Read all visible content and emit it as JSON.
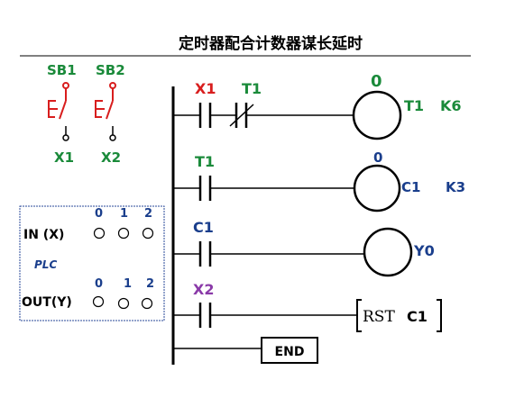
{
  "title": "定时器配合计数器谋长延时",
  "colors": {
    "red": "#d81e1e",
    "green": "#1a8a3a",
    "blue": "#1a3e8c",
    "line": "#000000",
    "panel_border": "#2a4a9a"
  },
  "switches": [
    {
      "label": "SB1",
      "input": "X1"
    },
    {
      "label": "SB2",
      "input": "X2"
    }
  ],
  "plc_panel": {
    "in_label": "IN (X)",
    "out_label": "OUT(Y)",
    "plc_label": "PLC",
    "in_indices": [
      "0",
      "1",
      "2"
    ],
    "out_indices": [
      "0",
      "1",
      "2"
    ]
  },
  "rungs": [
    {
      "contacts": [
        {
          "label": "X1",
          "type": "NO",
          "color": "red"
        },
        {
          "label": "T1",
          "type": "NC",
          "color": "green"
        }
      ],
      "coil": {
        "label": "T1",
        "top": "0",
        "setting": "K6"
      }
    },
    {
      "contacts": [
        {
          "label": "T1",
          "type": "NO",
          "color": "green"
        }
      ],
      "coil": {
        "label": "C1",
        "top": "0",
        "setting": "K3"
      }
    },
    {
      "contacts": [
        {
          "label": "C1",
          "type": "NO",
          "color": "blue"
        }
      ],
      "coil": {
        "label": "Y0",
        "top": "",
        "setting": ""
      }
    },
    {
      "contacts": [
        {
          "label": "X2",
          "type": "NO",
          "color": "purple"
        }
      ],
      "instruction": {
        "op": "RST",
        "arg": "C1"
      }
    }
  ],
  "end_label": "END"
}
